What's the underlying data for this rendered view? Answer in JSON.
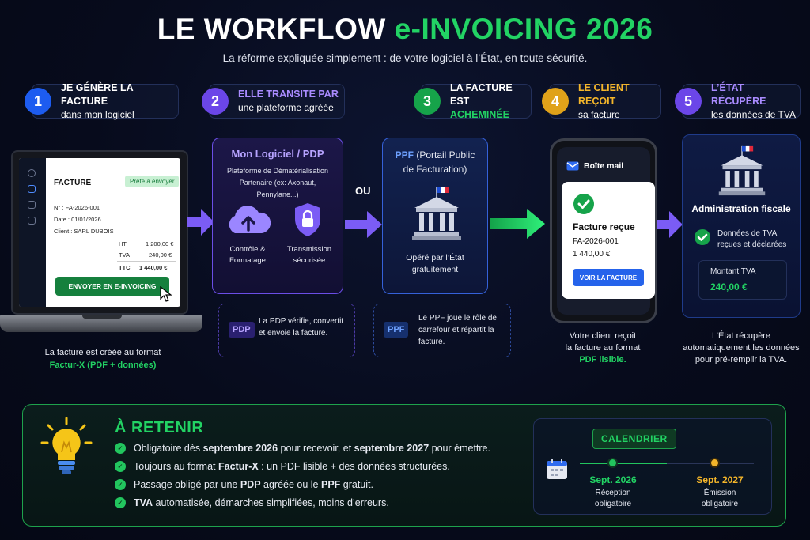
{
  "header": {
    "title_prefix": "LE WORKFLOW ",
    "title_highlight": "e-INVOICING 2026",
    "subtitle": "La réforme expliquée simplement : de votre logiciel à l’État, en toute sécurité."
  },
  "steps": [
    {
      "num": "1",
      "bold": "JE GÉNÈRE LA FACTURE",
      "text": "dans mon logiciel",
      "color": "#1d5cf0",
      "bold_color": "#ffffff"
    },
    {
      "num": "2",
      "bold": "ELLE TRANSITE PAR",
      "text": "une plateforme agréée",
      "color": "#6b46e8",
      "bold_color": "#a98bff"
    },
    {
      "num": "3",
      "bold": "LA FACTURE EST",
      "text": "ACHEMINÉE",
      "color": "#16a34a",
      "bold_color": "#ffffff"
    },
    {
      "num": "4",
      "bold": "LE CLIENT REÇOIT",
      "text": "sa facture",
      "color": "#e0a21a",
      "bold_color": "#f5b62a"
    },
    {
      "num": "5",
      "bold": "L’ÉTAT RÉCUPÈRE",
      "text": "les données de TVA",
      "color": "#6b46e8",
      "bold_color": "#a98bff"
    }
  ],
  "invoice": {
    "title": "FACTURE",
    "badge": "Prête à envoyer",
    "number": "N° : FA-2026-001",
    "date": "Date : 01/01/2026",
    "client": "Client : SARL DUBOIS",
    "ht_label": "HT",
    "ht_value": "1 200,00 €",
    "tva_label": "TVA",
    "tva_value": "240,00 €",
    "ttc_label": "TTC",
    "ttc_value": "1 440,00 €",
    "button": "ENVOYER EN E-INVOICING"
  },
  "laptop_caption": {
    "line1": "La facture est créée au format",
    "line2": "Factur-X (PDF + données)"
  },
  "pdp_card": {
    "title": "Mon Logiciel / PDP",
    "desc": "Plateforme de Dématérialisation Partenaire (ex: Axonaut, Pennylane...)",
    "feature1": "Contrôle & Formatage",
    "feature2": "Transmission sécurisée"
  },
  "pdp_note": {
    "badge": "PDP",
    "text": "La PDP vérifie, convertit et envoie la facture."
  },
  "or_label": "OU",
  "ppf_card": {
    "title_bold": "PPF",
    "title_rest": " (Portail Public de Facturation)",
    "desc": "Opéré par l’État gratuitement"
  },
  "ppf_note": {
    "badge": "PPF",
    "text": "Le PPF joue le rôle de carrefour et répartit la facture."
  },
  "phone": {
    "header": "Boîte mail",
    "title": "Facture reçue",
    "number": "FA-2026-001",
    "amount": "1 440,00 €",
    "button": "VOIR LA FACTURE"
  },
  "phone_caption": {
    "line1": "Votre client reçoit",
    "line2": "la facture au format",
    "line3": "PDF lisible."
  },
  "admin_card": {
    "title": "Administration fiscale",
    "check_text": "Données de TVA reçues et déclarées",
    "amount_label": "Montant TVA",
    "amount_value": "240,00 €"
  },
  "admin_caption": {
    "line1": "L’État récupère",
    "line2": "automatiquement les données",
    "line3": "pour pré-remplir la TVA."
  },
  "retenir": {
    "title": "À RETENIR",
    "items": [
      {
        "pre": "Obligatoire dès ",
        "b1": "septembre 2026",
        "mid": " pour recevoir, et ",
        "b2": "septembre 2027",
        "post": " pour émettre."
      },
      {
        "pre": "Toujours au format ",
        "b1": "Factur-X",
        "mid": " : un PDF lisible + des données structurées.",
        "b2": "",
        "post": ""
      },
      {
        "pre": "Passage obligé par une ",
        "b1": "PDP",
        "mid": " agréée ou le ",
        "b2": "PPF",
        "post": " gratuit."
      },
      {
        "pre": "",
        "b1": "TVA",
        "mid": " automatisée, démarches simplifiées, moins d’erreurs.",
        "b2": "",
        "post": ""
      }
    ]
  },
  "calendar": {
    "title": "CALENDRIER",
    "date1": "Sept. 2026",
    "label1a": "Réception",
    "label1b": "obligatoire",
    "date2": "Sept. 2027",
    "label2a": "Émission",
    "label2b": "obligatoire"
  },
  "colors": {
    "green": "#22d364",
    "purple": "#7b5cf5",
    "blue": "#2f6bf0",
    "yellow": "#f5b62a"
  }
}
